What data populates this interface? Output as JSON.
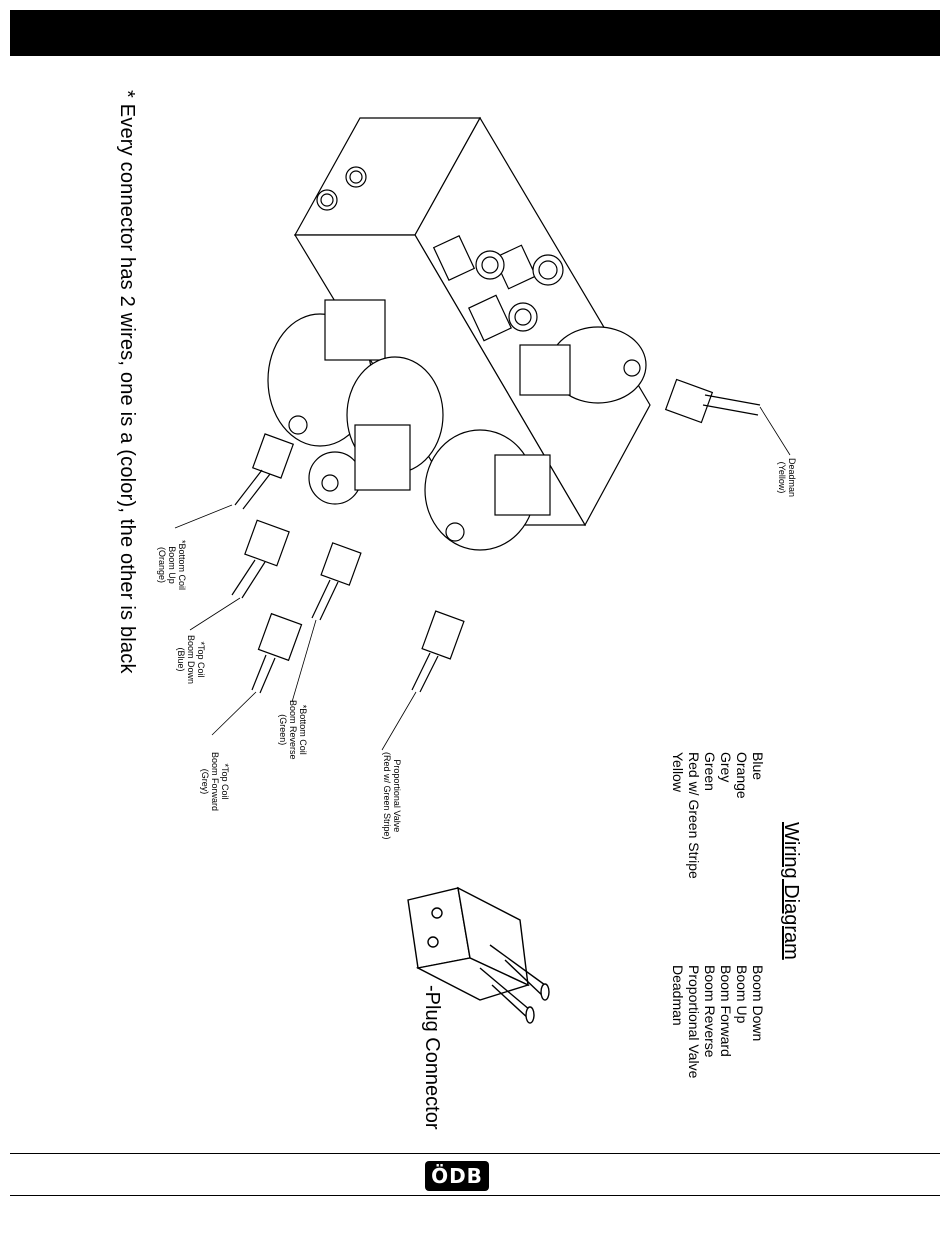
{
  "page": {
    "note": "* Every connector has 2 wires, one is a (color), the other is black"
  },
  "callouts": {
    "deadman": [
      "Deadman",
      "(Yellow)"
    ],
    "bottom_coil_boom_up": [
      "*Bottom Coil",
      "Boom Up",
      "(Orange)"
    ],
    "top_coil_boom_down": [
      "*Top Coil",
      "Boom Down",
      "(Blue)"
    ],
    "bottom_coil_boom_reverse": [
      "*Bottom Coil",
      "Boom Reverse",
      "(Green)"
    ],
    "top_coil_boom_forward": [
      "*Top Coil",
      "Boom Forward",
      "(Grey)"
    ],
    "proportional_valve": [
      "Proportional Valve",
      "(Red w/ Green Stripe)"
    ]
  },
  "wiring_diagram": {
    "title": "Wiring Diagram",
    "colors": [
      "Blue",
      "Orange",
      "Grey",
      "Green",
      "Red w/ Green Stripe",
      "Yellow"
    ],
    "functions": [
      "Boom Down",
      "Boom Up",
      "Boom Forward",
      "Boom Reverse",
      "Proportional Valve",
      "Deadman"
    ]
  },
  "plug_connector": {
    "label": "-Plug Connector"
  },
  "footer": {
    "logo_text": "ÖDB"
  }
}
